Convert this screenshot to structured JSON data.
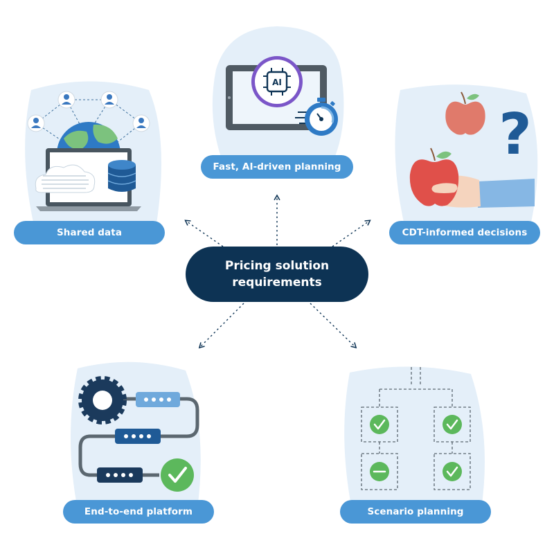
{
  "center": {
    "line1": "Pricing solution",
    "line2": "requirements"
  },
  "nodes": {
    "shared_data": "Shared data",
    "fast_ai": "Fast, AI-driven planning",
    "cdt": "CDT-informed decisions",
    "end_to_end": "End-to-end platform",
    "scenario": "Scenario planning"
  },
  "icons": {
    "ai_chip": "AI"
  },
  "colors": {
    "navy": "#0d3354",
    "pill_blue": "#4a97d6",
    "blob": "#e4eff9",
    "green": "#5cb85c",
    "apple_red": "#e0504a",
    "dark_blue": "#1f5a96"
  }
}
